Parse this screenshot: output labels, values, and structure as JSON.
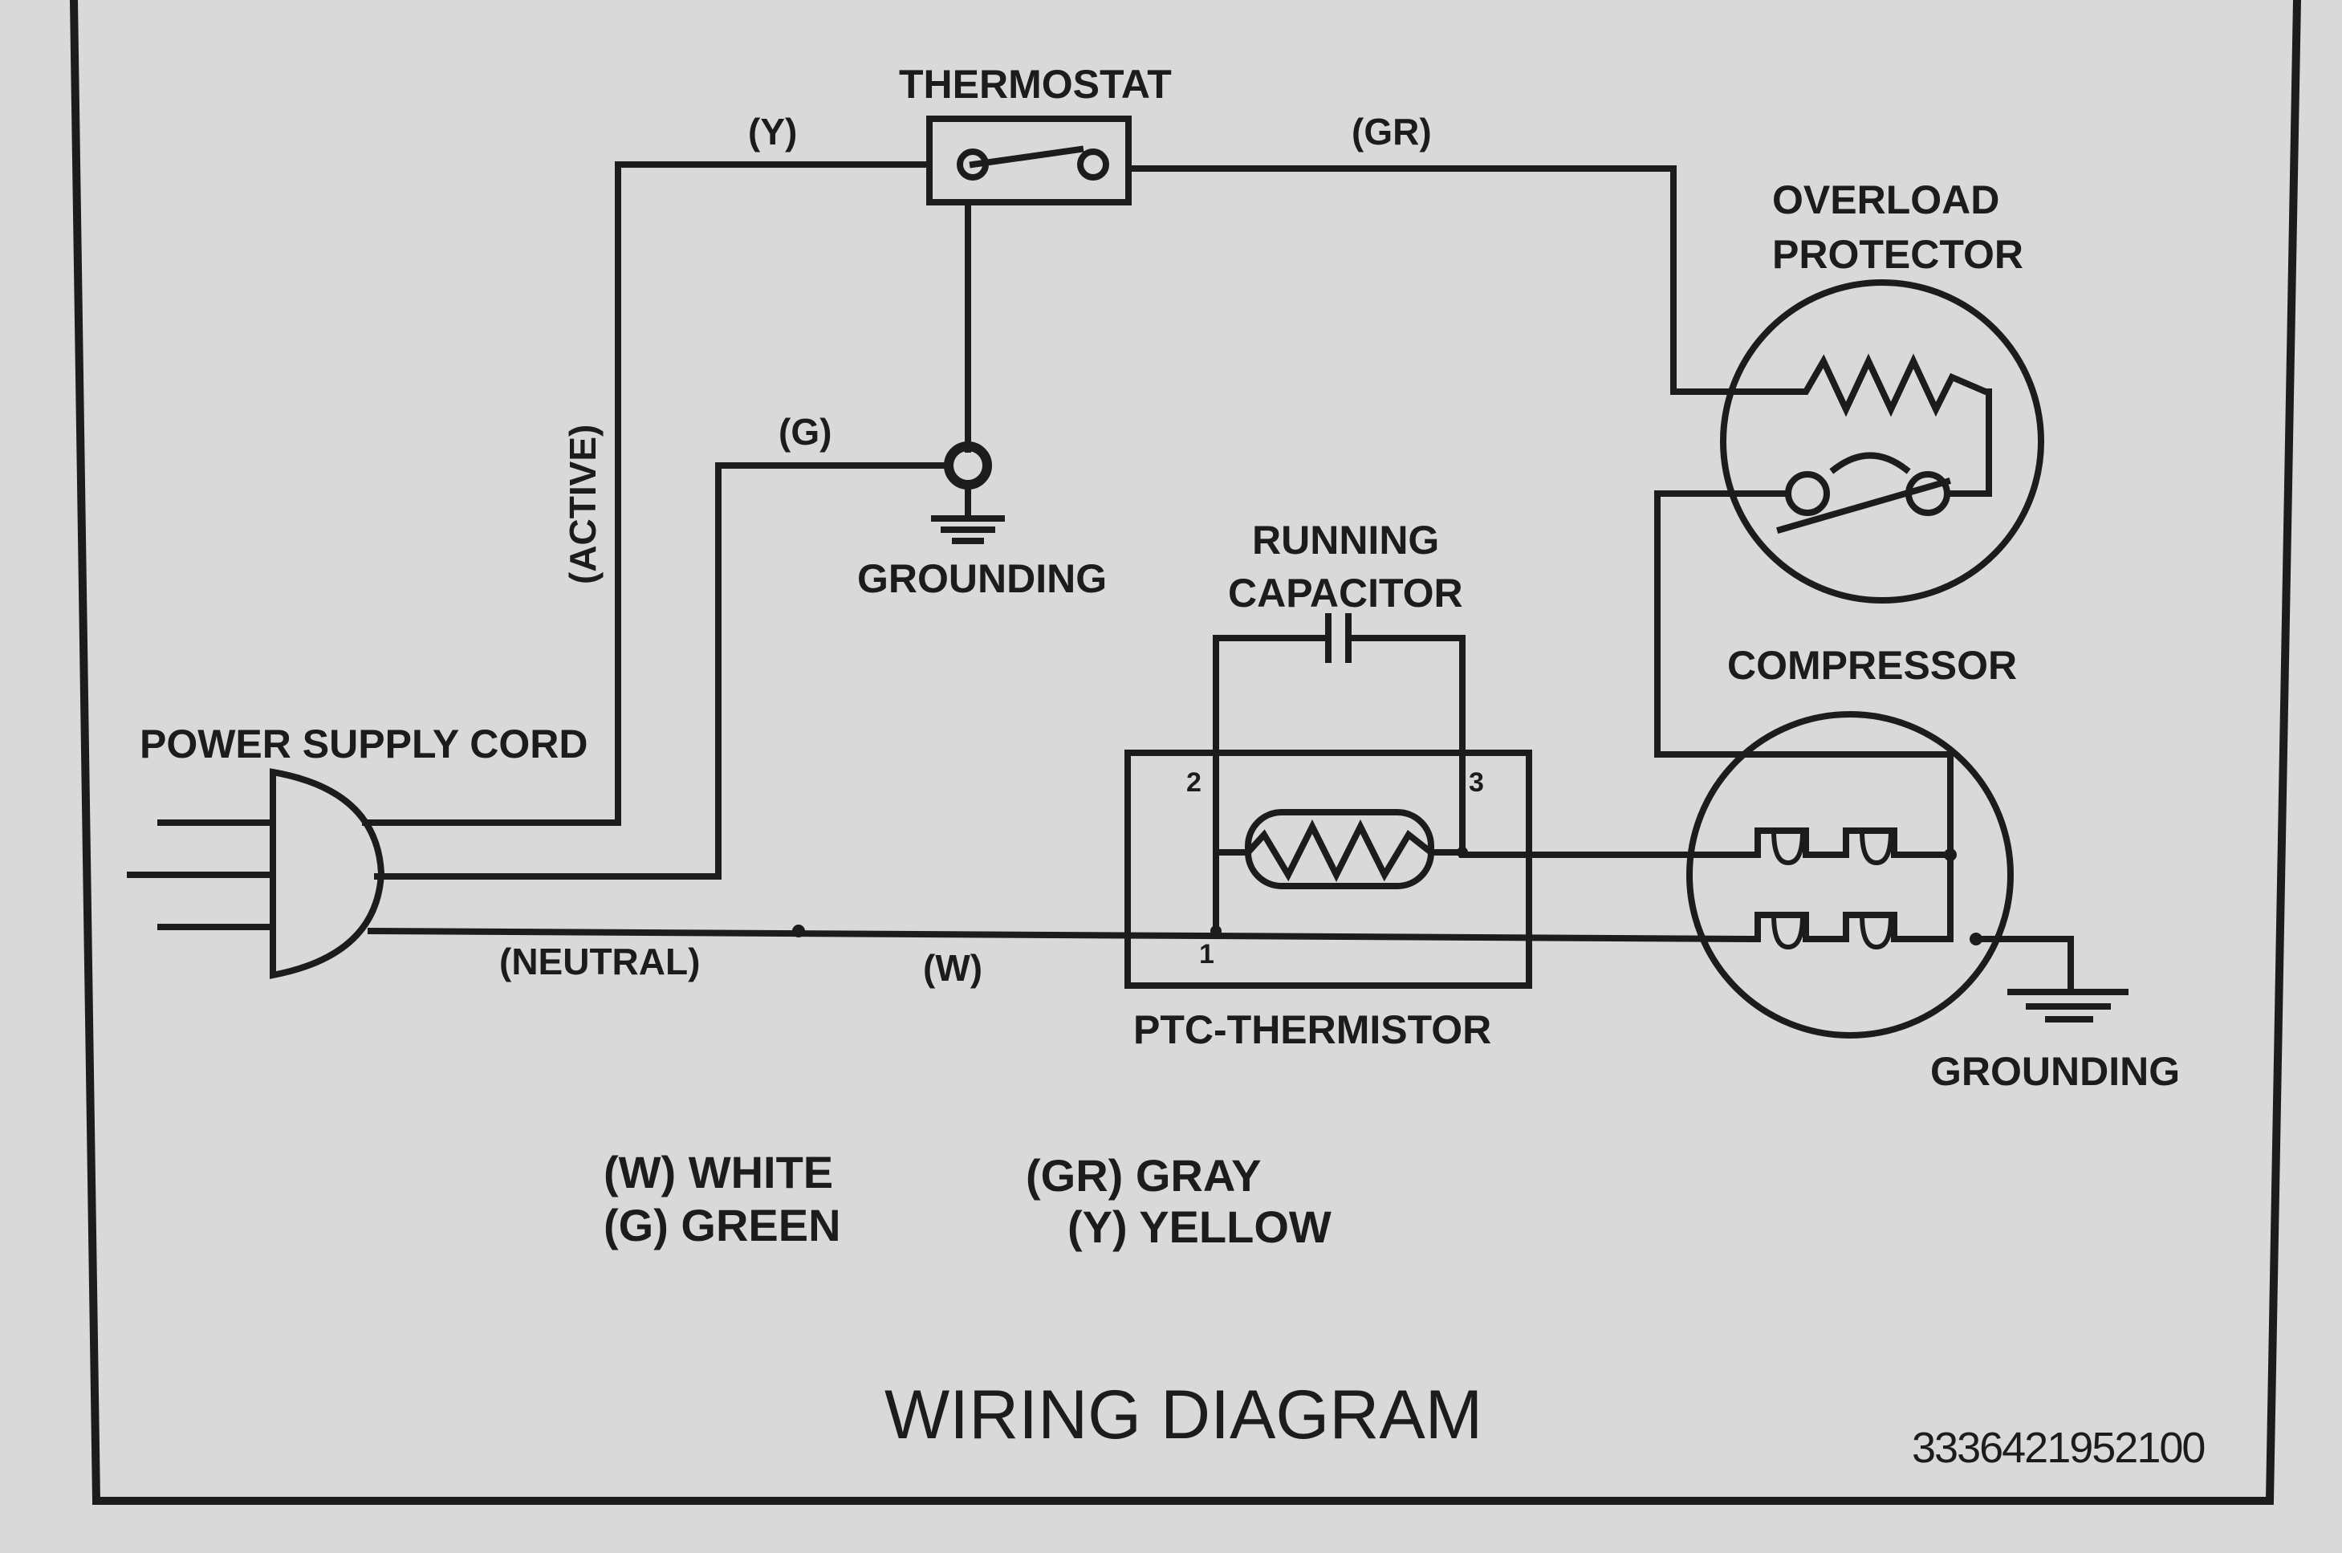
{
  "components": {
    "thermostat": "THERMOSTAT",
    "overload_protector_line1": "OVERLOAD",
    "overload_protector_line2": "PROTECTOR",
    "grounding_top": "GROUNDING",
    "running_capacitor_line1": "RUNNING",
    "running_capacitor_line2": "CAPACITOR",
    "compressor": "COMPRESSOR",
    "power_supply_cord": "POWER SUPPLY CORD",
    "ptc_thermistor": "PTC-THERMISTOR",
    "grounding_bottom": "GROUNDING"
  },
  "wires": {
    "yellow": "(Y)",
    "gray": "(GR)",
    "green": "(G)",
    "active": "(ACTIVE)",
    "neutral": "(NEUTRAL)",
    "white": "(W)"
  },
  "terminals": {
    "t1": "1",
    "t2": "2",
    "t3": "3"
  },
  "legend": {
    "white": "(W) WHITE",
    "green": "(G) GREEN",
    "gray": "(GR) GRAY",
    "yellow": "(Y) YELLOW"
  },
  "title": "WIRING DIAGRAM",
  "part_number": "3336421952100",
  "colors": {
    "paper": "#d9d9d9",
    "ink": "#1c1c1c"
  }
}
